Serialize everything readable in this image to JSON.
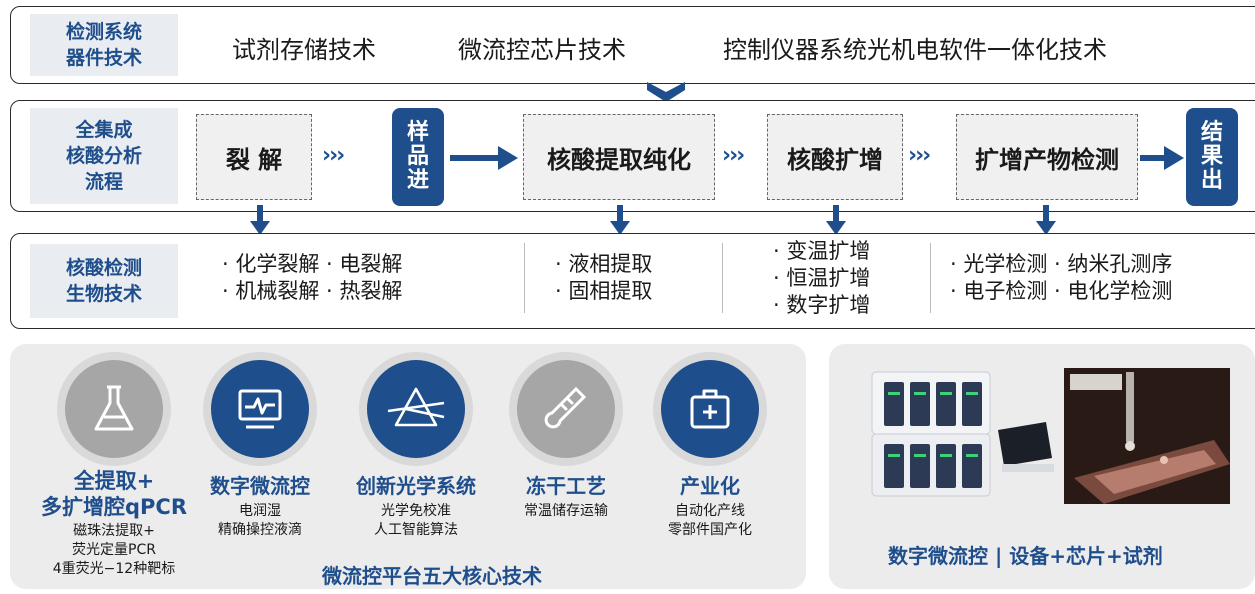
{
  "row1": {
    "label": [
      "检测系统",
      "器件技术"
    ],
    "items": [
      "试剂存储技术",
      "微流控芯片技术",
      "控制仪器系统光机电软件一体化技术"
    ]
  },
  "row2": {
    "label": [
      "全集成",
      "核酸分析",
      "流程"
    ],
    "steps": [
      "裂 解",
      "核酸提取纯化",
      "核酸扩增",
      "扩增产物检测"
    ],
    "sample_in": [
      "样",
      "品",
      "进"
    ],
    "result_out": [
      "结",
      "果",
      "出"
    ],
    "chevron": "›››"
  },
  "row3": {
    "label": [
      "核酸检测",
      "生物技术"
    ],
    "groups": [
      {
        "lines": [
          "· 化学裂解  · 电裂解",
          "· 机械裂解  · 热裂解"
        ]
      },
      {
        "lines": [
          "· 液相提取",
          "· 固相提取"
        ]
      },
      {
        "lines": [
          "· 变温扩增",
          "· 恒温扩增",
          "· 数字扩增"
        ]
      },
      {
        "lines": [
          "· 光学检测  · 纳米孔测序",
          "· 电子检测  · 电化学检测"
        ]
      }
    ]
  },
  "technologies": [
    {
      "icon": "flask-icon",
      "title_lines": [
        "全提取+",
        "多扩增腔qPCR"
      ],
      "sub_lines": [
        "磁珠法提取+",
        "荧光定量PCR",
        "4重荧光−12种靶标"
      ]
    },
    {
      "icon": "monitor-icon",
      "title_lines": [
        "数字微流控"
      ],
      "sub_lines": [
        "电润湿",
        "精确操控液滴"
      ]
    },
    {
      "icon": "prism-icon",
      "title_lines": [
        "创新光学系统"
      ],
      "sub_lines": [
        "光学免校准",
        "人工智能算法"
      ]
    },
    {
      "icon": "thermometer-icon",
      "title_lines": [
        "冻干工艺"
      ],
      "sub_lines": [
        "常温储存运输"
      ]
    },
    {
      "icon": "medkit-icon",
      "title_lines": [
        "产业化"
      ],
      "sub_lines": [
        "自动化产线",
        "零部件国产化"
      ]
    }
  ],
  "platform_caption": "微流控平台五大核心技术",
  "product_caption": "数字微流控 | 设备+芯片+试剂",
  "colors": {
    "navy": "#1f4e8c",
    "grey_circle": "#a6a6a6",
    "label_bg": "#e9ecf1",
    "panel_bg": "#ececec"
  }
}
